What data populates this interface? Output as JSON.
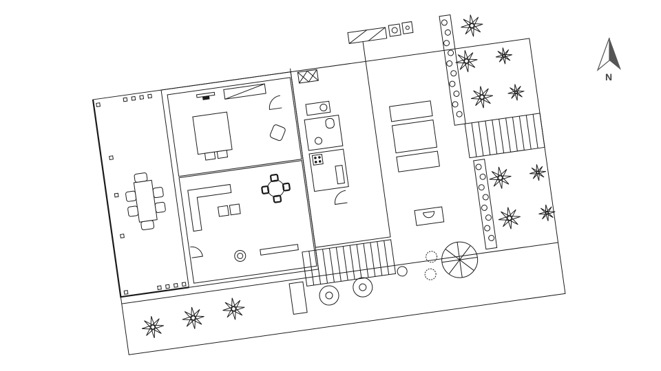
{
  "diagram": {
    "type": "architectural-floor-plan",
    "style": "black line drawing on white",
    "rotation_deg": -8,
    "background": "#ffffff",
    "line_color": "#1a1a1a"
  },
  "compass": {
    "label": "N",
    "icon": "north-arrow-icon",
    "fill_color": "#555555"
  },
  "rooms": [
    {
      "id": "terrace",
      "contents": [
        "dining table",
        "6 chairs",
        "column markers"
      ]
    },
    {
      "id": "bedroom",
      "contents": [
        "double bed",
        "2 nightstands",
        "armchair",
        "wardrobe",
        "desk"
      ]
    },
    {
      "id": "living-room",
      "contents": [
        "L-shaped sofa",
        "2 ottomans",
        "round table with 4 chairs",
        "floor lamp",
        "TV console"
      ]
    },
    {
      "id": "kitchen",
      "contents": [
        "4-burner stove",
        "sink",
        "counters"
      ]
    },
    {
      "id": "bathroom",
      "contents": [
        "toilet",
        "washbasin"
      ]
    },
    {
      "id": "laundry",
      "contents": [
        "washer",
        "dryer"
      ]
    },
    {
      "id": "courtyard",
      "contents": [
        "3 sun loungers",
        "planter"
      ]
    },
    {
      "id": "garden",
      "contents": [
        "stairs",
        "pebble path",
        "palms",
        "shrubs",
        "tree"
      ]
    }
  ]
}
